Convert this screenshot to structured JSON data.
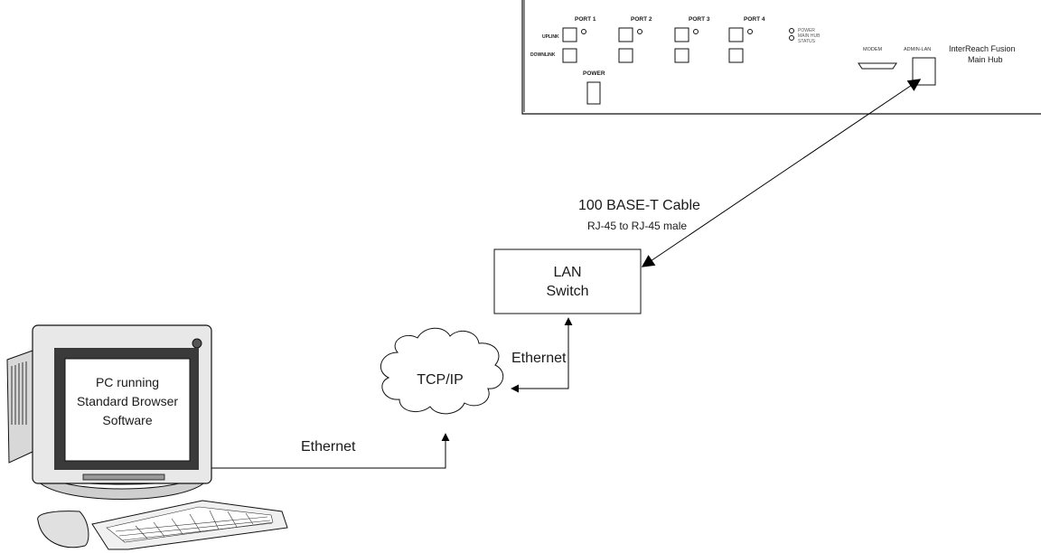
{
  "hub": {
    "ports": [
      "PORT 1",
      "PORT 2",
      "PORT 3",
      "PORT 4"
    ],
    "uplink_label": "UPLINK",
    "downlink_label": "DOWNLINK",
    "power_label": "POWER",
    "status_leds": [
      "POWER",
      "MAIN HUB",
      "STATUS"
    ],
    "modem_label": "MODEM",
    "admin_lan_label": "ADMIN-LAN",
    "name_line1": "InterReach Fusion",
    "name_line2": "Main Hub"
  },
  "cable": {
    "title": "100 BASE-T Cable",
    "subtitle": "RJ-45 to RJ-45 male"
  },
  "switch": {
    "line1": "LAN",
    "line2": "Switch"
  },
  "cloud": {
    "label": "TCP/IP"
  },
  "links": {
    "switch_to_cloud": "Ethernet",
    "cloud_to_pc": "Ethernet"
  },
  "pc": {
    "screen_line1": "PC running",
    "screen_line2": "Standard Browser",
    "screen_line3": "Software"
  }
}
